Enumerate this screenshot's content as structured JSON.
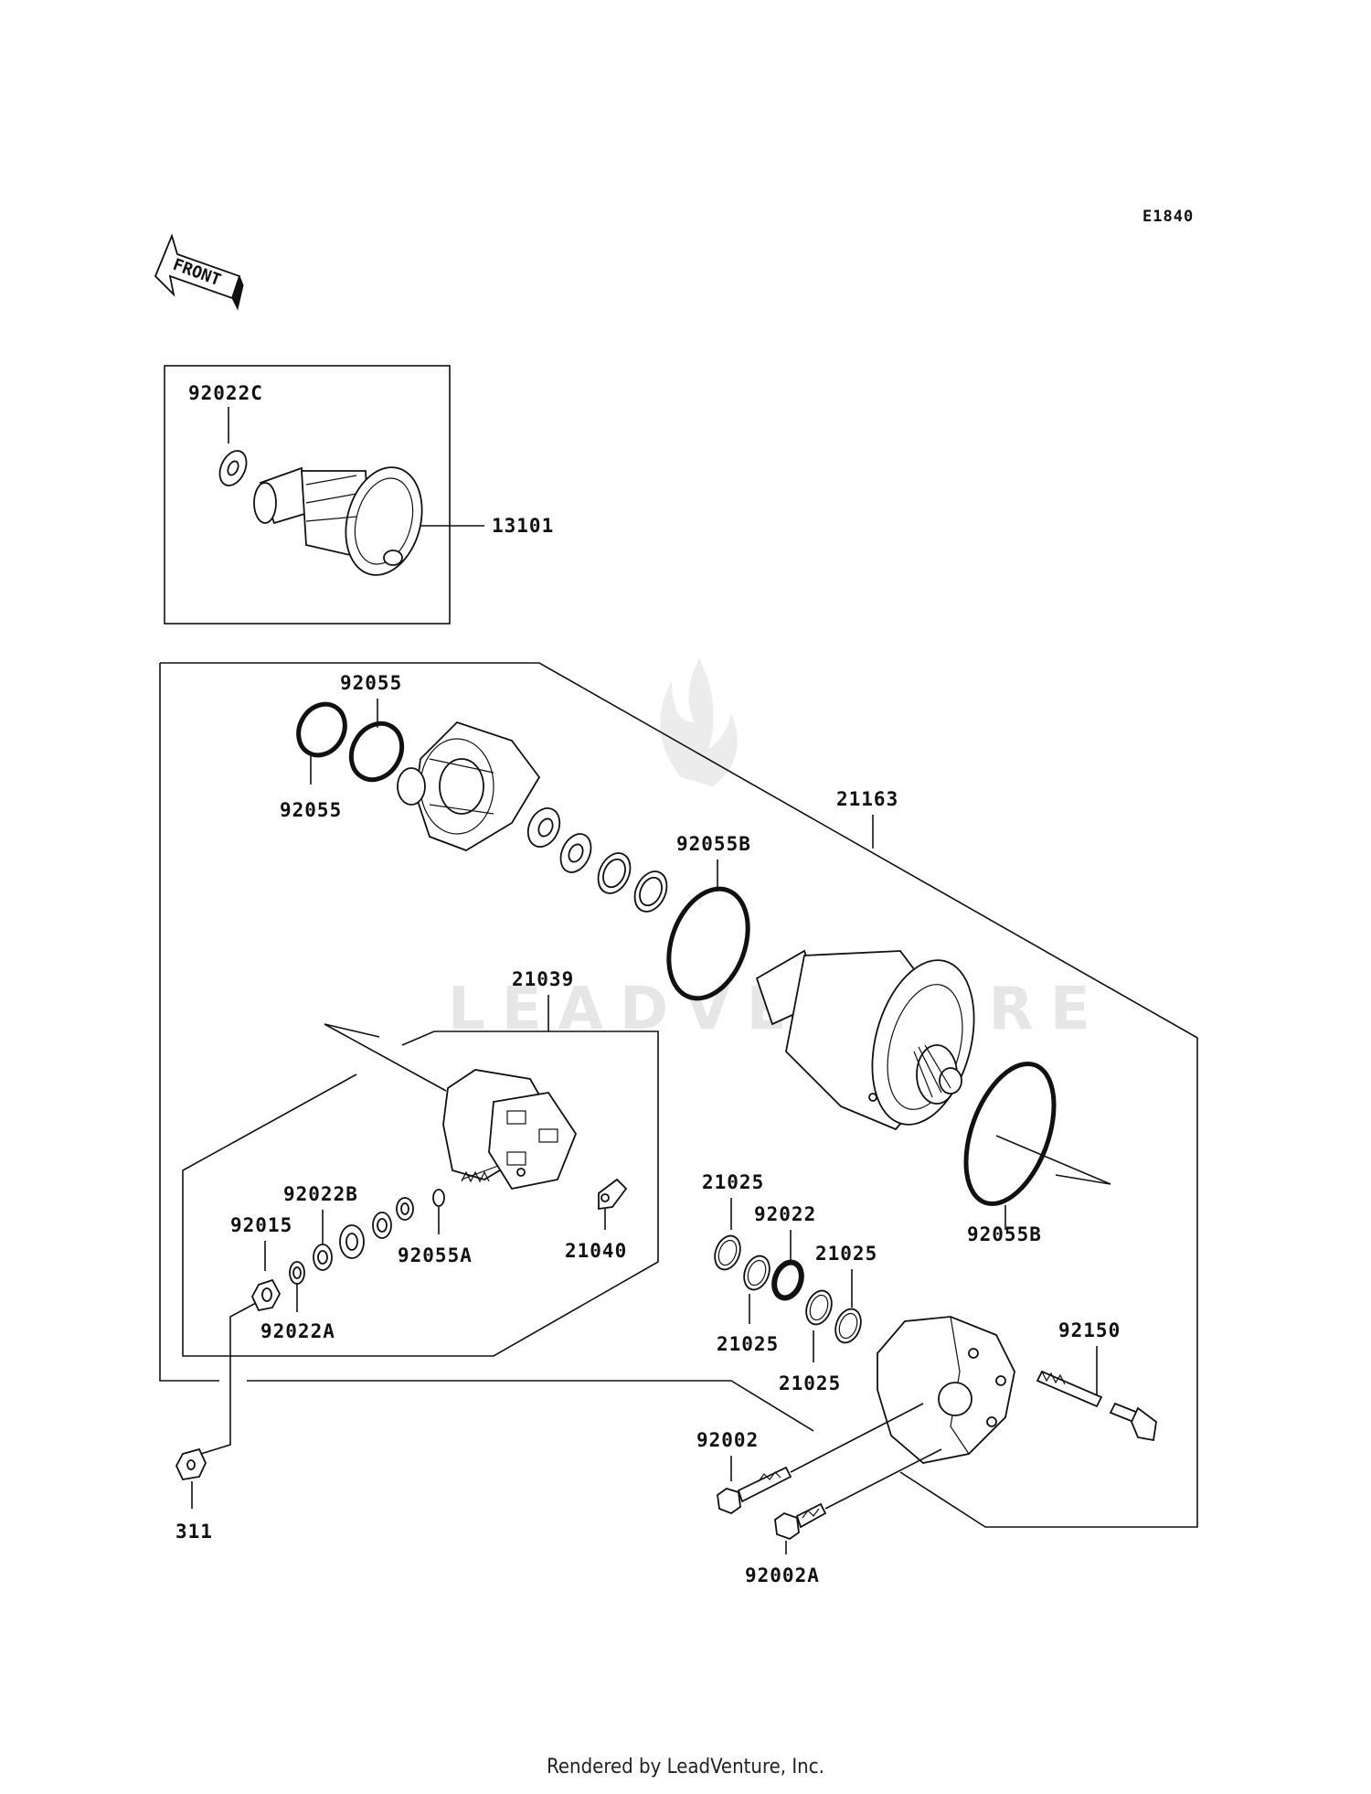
{
  "diagram_code": "E1840",
  "direction_label": "FRONT",
  "watermark": "LEADVENTURE",
  "footer": "Rendered by LeadVenture, Inc.",
  "parts": {
    "p92022C": "92022C",
    "p13101": "13101",
    "p92055_top": "92055",
    "p92055_left": "92055",
    "p21163": "21163",
    "p92055B_top": "92055B",
    "p21039": "21039",
    "p92022B": "92022B",
    "p92015": "92015",
    "p92055A": "92055A",
    "p21040": "21040",
    "p92022A": "92022A",
    "p21025_a": "21025",
    "p92022": "92022",
    "p21025_b": "21025",
    "p21025_c": "21025",
    "p21025_d": "21025",
    "p92055B_bottom": "92055B",
    "p92150": "92150",
    "p92002": "92002",
    "p92002A": "92002A",
    "p311": "311"
  }
}
